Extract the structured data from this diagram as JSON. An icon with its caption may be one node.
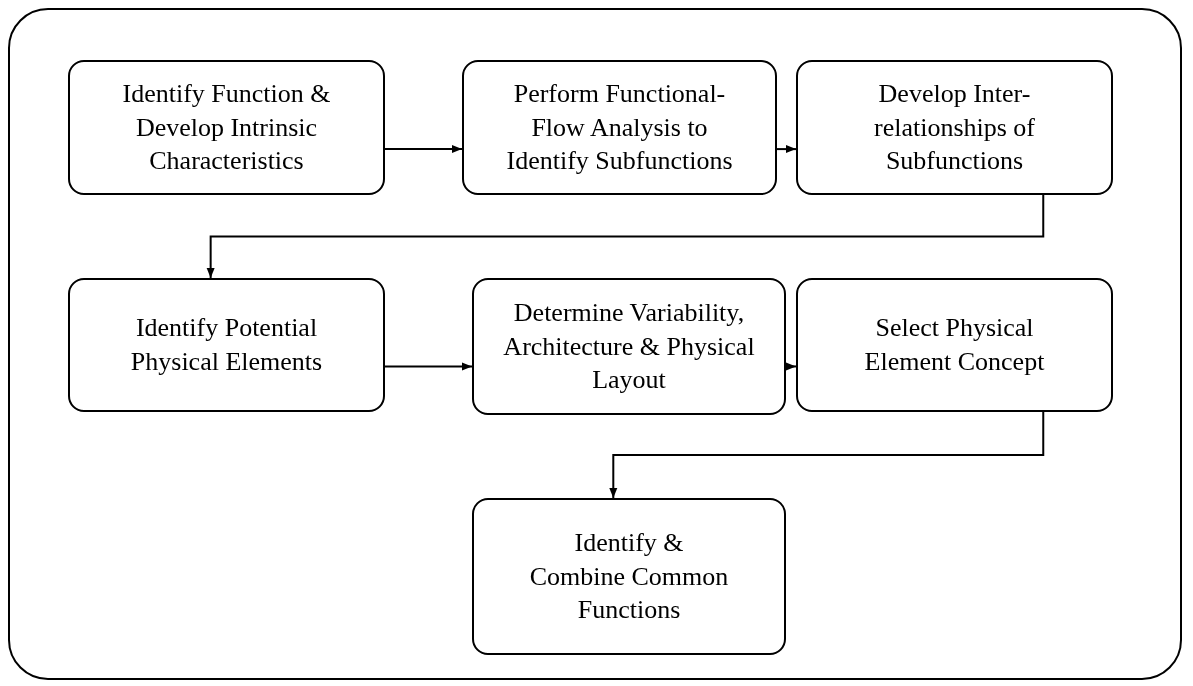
{
  "diagram": {
    "nodes": [
      {
        "text": [],
        "shape": "box"
      },
      {
        "text": [
          "Identify Function & Develop Intrinsic Characteristics"
        ],
        "in": 0
      },
      {
        "text": [
          "Perform Functional- Flow Analysis to Identify Subfunctions"
        ],
        "in": 0
      },
      {
        "text": [
          "Develop Inter- relationships of Subfunctions"
        ],
        "in": 0
      },
      {
        "text": [
          "Identify Potential Physical Elements"
        ],
        "in": 0
      },
      {
        "text": [
          "Determine Variability, Architecture & Physical Layout"
        ],
        "in": 0
      },
      {
        "text": [
          "Select Physical Element Concept"
        ],
        "in": 0
      },
      {
        "text": [
          "Identify & Combine Common Functions"
        ],
        "in": 0
      }
    ],
    "edges": [
      {
        "from": 1,
        "to": 2,
        "arrow": "to"
      },
      {
        "from": 2,
        "to": 3,
        "arrow": "to"
      },
      {
        "from": 3,
        "to": 4,
        "arrow": "to"
      },
      {
        "from": 4,
        "to": 5,
        "arrow": "to"
      },
      {
        "from": 5,
        "to": 6,
        "arrow": "to"
      },
      {
        "from": 6,
        "to": 7,
        "arrow": "to"
      }
    ]
  }
}
